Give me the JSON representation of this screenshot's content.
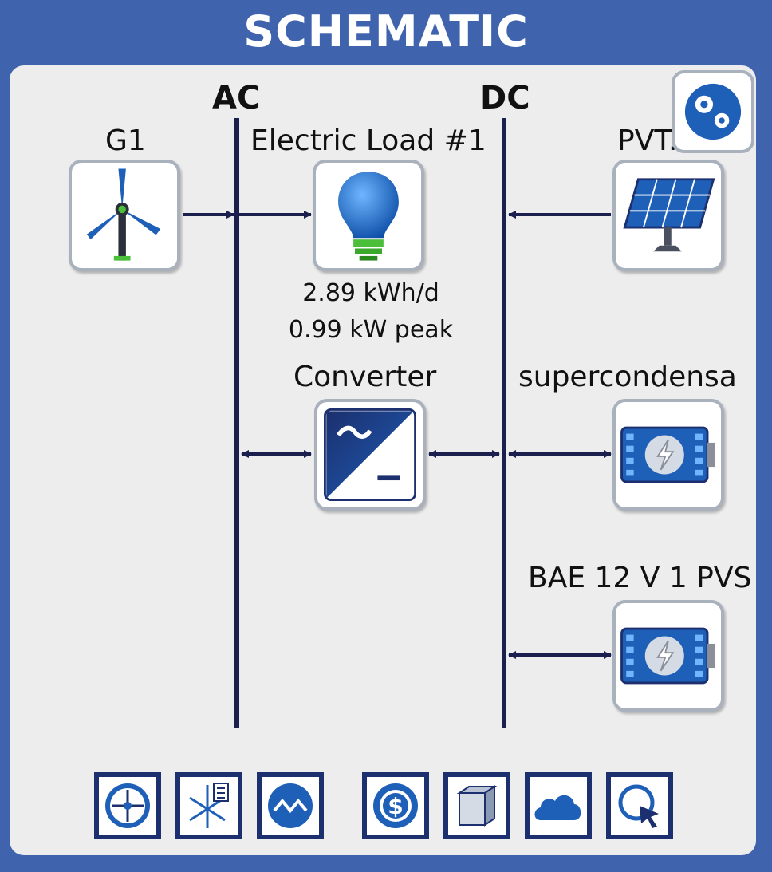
{
  "header": {
    "title": "SCHEMATIC"
  },
  "buses": {
    "ac_label": "AC",
    "dc_label": "DC"
  },
  "components": {
    "generator": {
      "label": "G1",
      "icon": "wind-turbine-icon"
    },
    "load": {
      "label": "Electric Load #1",
      "energy": "2.89 kWh/d",
      "peak": "0.99 kW peak",
      "icon": "light-bulb-icon"
    },
    "pv": {
      "label": "PVT...",
      "icon": "solar-panel-icon"
    },
    "converter": {
      "label": "Converter",
      "icon": "converter-icon"
    },
    "storage1": {
      "label": "supercondensa",
      "icon": "battery-icon"
    },
    "storage2": {
      "label": "BAE 12 V 1 PVS",
      "icon": "battery-icon"
    }
  },
  "toolbar": {
    "icons": [
      "compass-icon",
      "wind-sensitivity-icon",
      "waveform-icon",
      "dollar-icon",
      "cube-icon",
      "cloud-icon",
      "cursor-select-icon"
    ]
  },
  "settings_button": {
    "icon": "settings-gears-icon"
  },
  "colors": {
    "frame": "#3f63ad",
    "panel": "#ededed",
    "bus_line": "#1a1f4d",
    "icon_blue": "#1e5fb8",
    "icon_navy": "#1c2f6e",
    "bulb_green": "#4bbf3a"
  }
}
